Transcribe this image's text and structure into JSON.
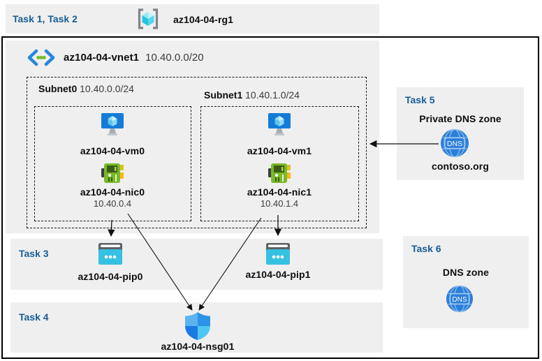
{
  "header": {
    "tasks_label": "Task 1, Task 2",
    "resource_group": "az104-04-rg1"
  },
  "vnet": {
    "name": "az104-04-vnet1",
    "cidr": "10.40.0.0/20",
    "subnets": [
      {
        "name": "Subnet0",
        "cidr": "10.40.0.0/24",
        "vm": "az104-04-vm0",
        "nic": "az104-04-nic0",
        "ip": "10.40.0.4"
      },
      {
        "name": "Subnet1",
        "cidr": "10.40.1.0/24",
        "vm": "az104-04-vm1",
        "nic": "az104-04-nic1",
        "ip": "10.40.1.4"
      }
    ]
  },
  "task3": {
    "label": "Task 3",
    "pip0": "az104-04-pip0",
    "pip1": "az104-04-pip1"
  },
  "task4": {
    "label": "Task 4",
    "nsg": "az104-04-nsg01"
  },
  "task5": {
    "label": "Task 5",
    "title": "Private DNS zone",
    "zone": "contoso.org",
    "badge": "DNS"
  },
  "task6": {
    "label": "Task 6",
    "title": "DNS zone",
    "badge": "DNS"
  },
  "connections": [
    "subnet0 -> az104-04-pip0",
    "az104-04-nic1 -> az104-04-pip1",
    "az104-04-nic0 -> az104-04-nsg01",
    "subnet1 -> az104-04-nsg01",
    "contoso.org DNS -> subnet1"
  ],
  "colors": {
    "task_label_blue": "#175d97",
    "panel_gray": "#efefef",
    "vm_blue": "#147bd8",
    "nic_green": "#78ba27",
    "public_ip_cyan": "#35c1e1",
    "dns_blue": "#2b7fd9",
    "shield_quadrants": [
      "#5bb3f0",
      "#2c93e9",
      "#1a79e2",
      "#4fc7f5"
    ]
  },
  "icons": {
    "resource_group": "brackets with cyan cube",
    "virtual_network": "blue chevrons with green dots",
    "virtual_machine": "blue monitor with cube",
    "network_interface": "green network card",
    "public_ip": "cyan browser window with dots",
    "nsg": "blue quartered shield",
    "dns": "blue globe with DNS text"
  }
}
